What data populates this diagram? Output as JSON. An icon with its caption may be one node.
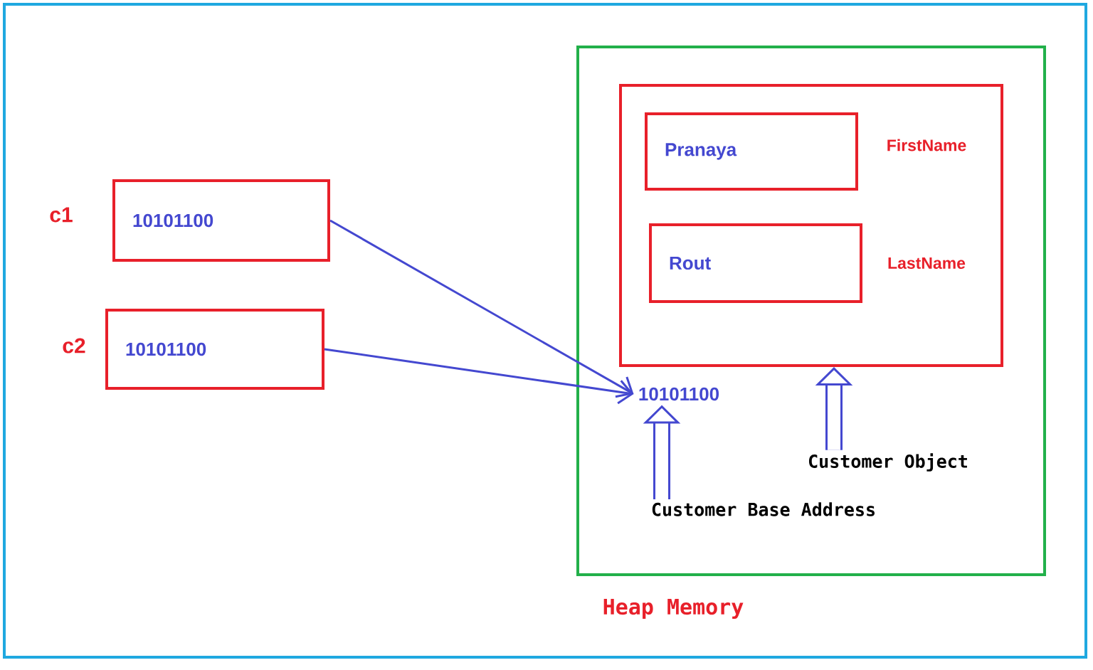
{
  "diagram": {
    "nodes": [
      {
        "text": [
          "10101100"
        ],
        "beside": [
          "c1"
        ]
      },
      {
        "text": [
          "10101100"
        ],
        "beside": [
          "c2"
        ]
      },
      {
        "text": [
          "Heap Memory"
        ]
      },
      {
        "text": [],
        "shape": "box",
        "in": 2
      },
      {
        "text": [
          "Pranaya"
        ],
        "beside": [
          "FirstName"
        ],
        "in": 3
      },
      {
        "text": [
          "Rout"
        ],
        "beside": [
          "LastName"
        ],
        "in": 3
      },
      {
        "text": [
          "10101100"
        ],
        "in": 2
      },
      {
        "text": [
          "Customer Base Address"
        ],
        "in": 2
      },
      {
        "text": [
          "Customer Object"
        ],
        "in": 2
      }
    ],
    "edges": [
      {
        "from": 0,
        "to": 6,
        "arrow": "to"
      },
      {
        "from": 1,
        "to": 6,
        "arrow": "to"
      },
      {
        "from": 7,
        "to": 6,
        "arrow": "to",
        "style": "thick"
      },
      {
        "from": 8,
        "to": 3,
        "arrow": "to",
        "style": "thick"
      }
    ]
  }
}
